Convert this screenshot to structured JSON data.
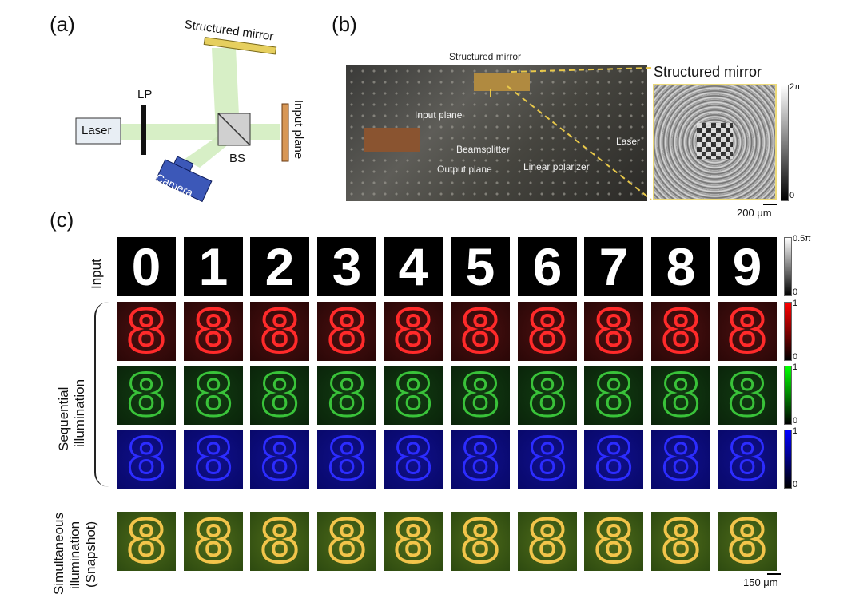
{
  "panel_a": {
    "label": "(a)",
    "structured_mirror": "Structured mirror",
    "lp": "LP",
    "laser": "Laser",
    "bs": "BS",
    "camera": "Camera",
    "input_plane": "Input plane"
  },
  "panel_b": {
    "label": "(b)",
    "photo_labels": {
      "structured_mirror": "Structured mirror",
      "input_plane": "Input plane",
      "beamsplitter": "Beamsplitter",
      "output_plane": "Output plane",
      "linear_polarizer": "Linear polarizer",
      "laser": "Laser"
    },
    "inset_title": "Structured mirror",
    "colorbar_max": "2π",
    "colorbar_min": "0",
    "scale_bar": "200 μm"
  },
  "panel_c": {
    "label": "(c)",
    "row_input_label": "Input",
    "sequential_label_1": "Sequential",
    "sequential_label_2": "illumination",
    "simultaneous_label_1": "Simultaneous",
    "simultaneous_label_2": "illumination",
    "simultaneous_label_3": "(Snapshot)",
    "digits": [
      "0",
      "1",
      "2",
      "3",
      "4",
      "5",
      "6",
      "7",
      "8",
      "9"
    ],
    "output_glyph": "8",
    "input_cbar_max": "0.5π",
    "input_cbar_min": "0",
    "red_cbar_max": "1",
    "red_cbar_min": "0",
    "green_cbar_max": "1",
    "green_cbar_min": "0",
    "blue_cbar_max": "1",
    "blue_cbar_min": "0",
    "scale_bar": "150 μm"
  }
}
